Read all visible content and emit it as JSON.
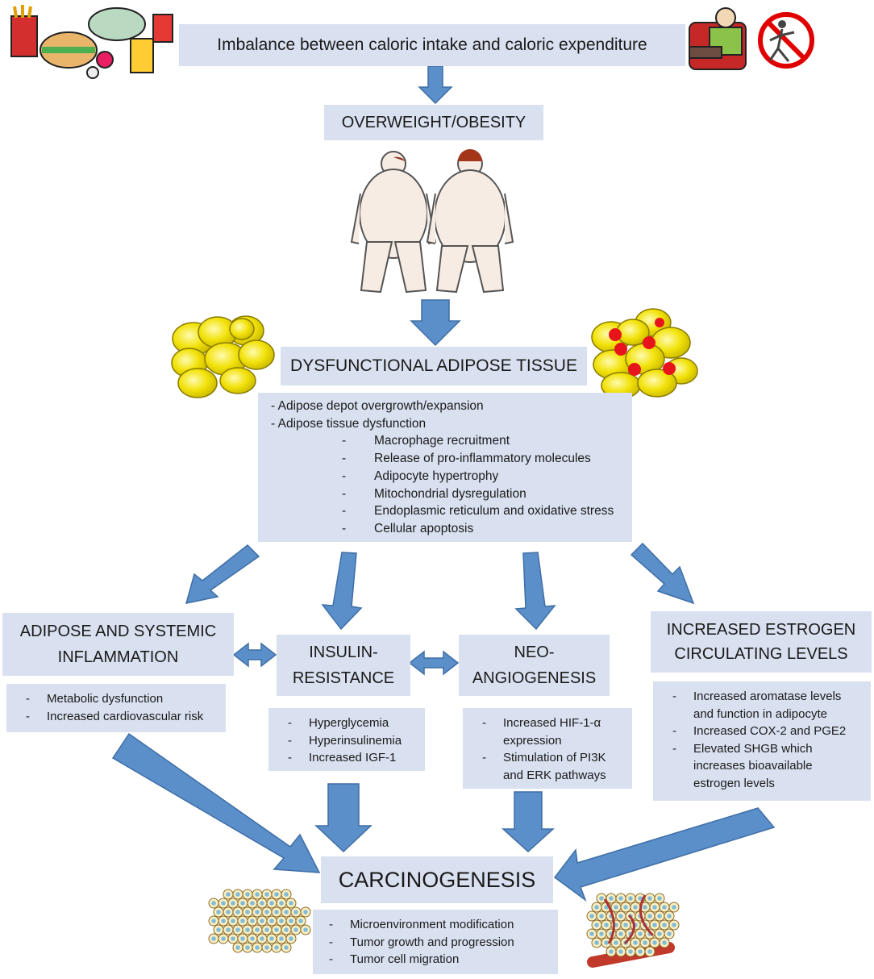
{
  "top_banner": "Imbalance between caloric intake and caloric expenditure",
  "overweight": "OVERWEIGHT/OBESITY",
  "dysfunctional": "DYSFUNCTIONAL ADIPOSE TISSUE",
  "adipose_items": [
    "- Adipose depot overgrowth/expansion",
    "- Adipose tissue dysfunction"
  ],
  "adipose_subitems": [
    "Macrophage recruitment",
    "Release of pro-inflammatory molecules",
    "Adipocyte hypertrophy",
    "Mitochondrial dysregulation",
    "Endoplasmic reticulum and oxidative stress",
    "Cellular apoptosis"
  ],
  "inflammation": {
    "title_l1": "ADIPOSE AND SYSTEMIC",
    "title_l2": "INFLAMMATION",
    "items": [
      "Metabolic dysfunction",
      "Increased cardiovascular risk"
    ]
  },
  "insulin": {
    "title_l1": "INSULIN-",
    "title_l2": "RESISTANCE",
    "items": [
      "Hyperglycemia",
      "Hyperinsulinemia",
      "Increased IGF-1"
    ]
  },
  "neo": {
    "title_l1": "NEO-",
    "title_l2": "ANGIOGENESIS",
    "item1_l1": "Increased HIF-1-α",
    "item1_l2": "expression",
    "item2_l1": "Stimulation of PI3K",
    "item2_l2": "and ERK pathways"
  },
  "estrogen": {
    "title_l1": "INCREASED ESTROGEN",
    "title_l2": "CIRCULATING LEVELS",
    "item1_l1": "Increased aromatase levels",
    "item1_l2": "and function in adipocyte",
    "item2": "Increased COX-2 and PGE2",
    "item3_l1": "Elevated SHGB which",
    "item3_l2": "increases bioavailable",
    "item3_l3": "estrogen levels"
  },
  "carcinogenesis": {
    "title": "CARCINOGENESIS",
    "items": [
      "Microenvironment modification",
      "Tumor growth and progression",
      "Tumor cell migration"
    ]
  },
  "colors": {
    "box": "#d9e1f0",
    "arrow": "#5b8fc9",
    "fat": "#f2e20a",
    "cell": "#7fbcd9"
  }
}
